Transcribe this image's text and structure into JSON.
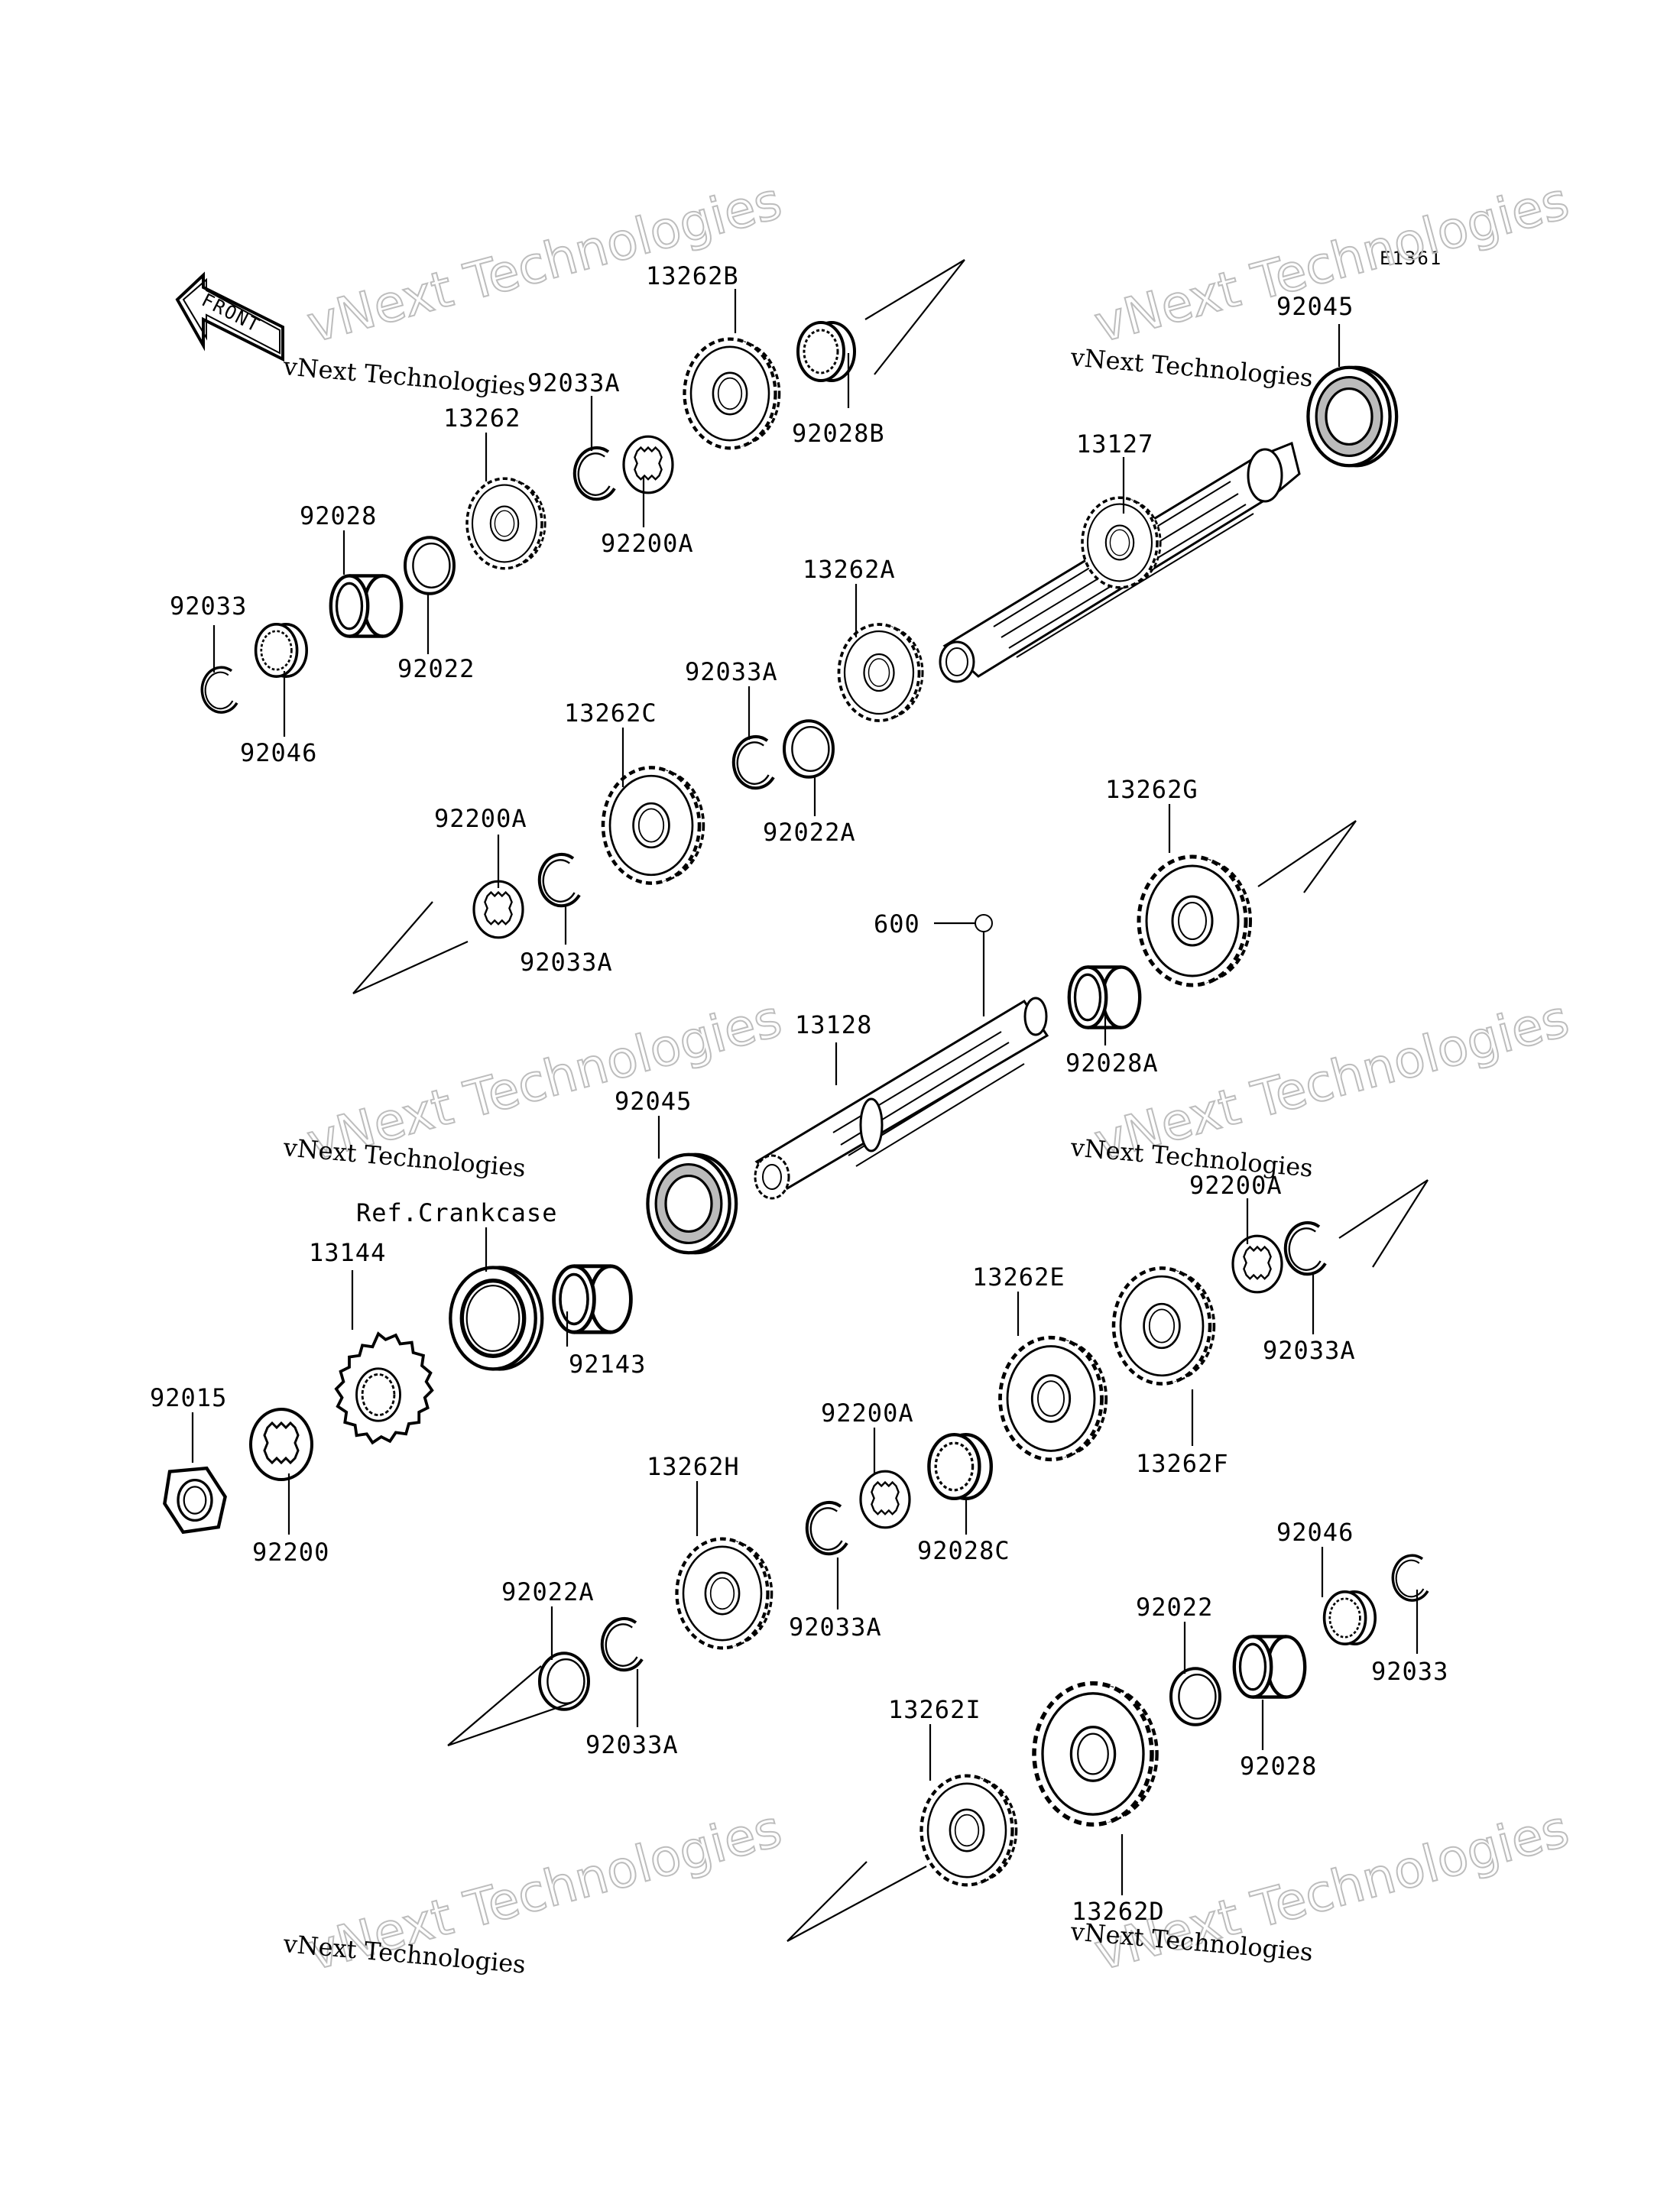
{
  "diagram": {
    "code": "E1361",
    "front_label": "FRONT",
    "watermark_line1": "vNext Technologies",
    "watermark_line2": "vNext Technologies",
    "ref_label": "Ref.Crankcase",
    "marker_label": "600"
  },
  "parts": [
    {
      "id": "p1",
      "label": "13262B"
    },
    {
      "id": "p2",
      "label": "92028B"
    },
    {
      "id": "p3",
      "label": "92045"
    },
    {
      "id": "p4",
      "label": "92033A"
    },
    {
      "id": "p5",
      "label": "13262"
    },
    {
      "id": "p6",
      "label": "92200A"
    },
    {
      "id": "p7",
      "label": "13127"
    },
    {
      "id": "p8",
      "label": "92028"
    },
    {
      "id": "p9",
      "label": "92022"
    },
    {
      "id": "p10",
      "label": "92033"
    },
    {
      "id": "p11",
      "label": "92046"
    },
    {
      "id": "p12",
      "label": "13262A"
    },
    {
      "id": "p13",
      "label": "92033A"
    },
    {
      "id": "p14",
      "label": "13262C"
    },
    {
      "id": "p15",
      "label": "92022A"
    },
    {
      "id": "p16",
      "label": "92200A"
    },
    {
      "id": "p17",
      "label": "92033A"
    },
    {
      "id": "p18",
      "label": "13262G"
    },
    {
      "id": "p19",
      "label": "13128"
    },
    {
      "id": "p20",
      "label": "92028A"
    },
    {
      "id": "p21",
      "label": "92045"
    },
    {
      "id": "p22",
      "label": "13144"
    },
    {
      "id": "p23",
      "label": "92143"
    },
    {
      "id": "p24",
      "label": "92200A"
    },
    {
      "id": "p25",
      "label": "92033A"
    },
    {
      "id": "p26",
      "label": "13262E"
    },
    {
      "id": "p27",
      "label": "92015"
    },
    {
      "id": "p28",
      "label": "92200A"
    },
    {
      "id": "p29",
      "label": "13262F"
    },
    {
      "id": "p30",
      "label": "92200"
    },
    {
      "id": "p31",
      "label": "13262H"
    },
    {
      "id": "p32",
      "label": "92028C"
    },
    {
      "id": "p33",
      "label": "92033A"
    },
    {
      "id": "p34",
      "label": "92046"
    },
    {
      "id": "p35",
      "label": "92022A"
    },
    {
      "id": "p36",
      "label": "92022"
    },
    {
      "id": "p37",
      "label": "92033"
    },
    {
      "id": "p38",
      "label": "92033A"
    },
    {
      "id": "p39",
      "label": "92028"
    },
    {
      "id": "p40",
      "label": "13262I"
    },
    {
      "id": "p41",
      "label": "13262D"
    }
  ]
}
